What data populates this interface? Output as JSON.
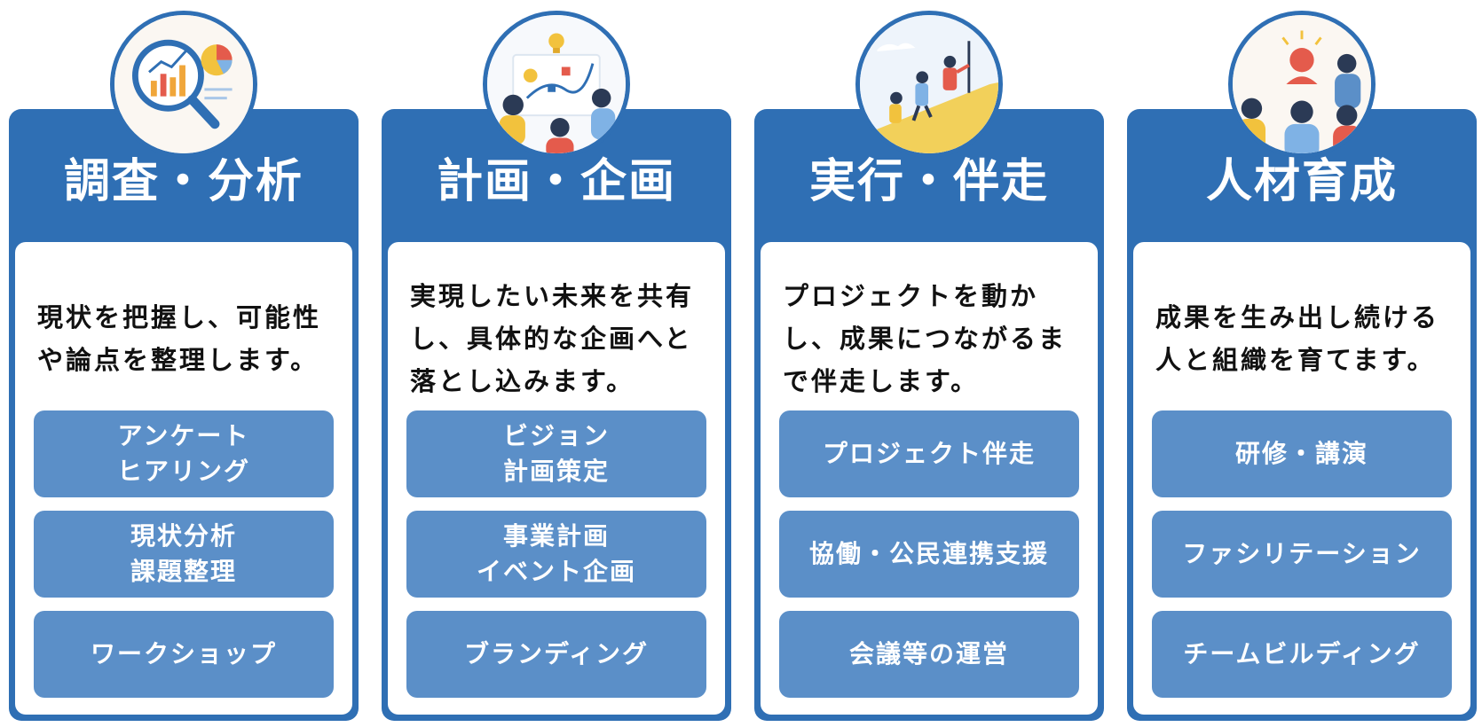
{
  "cards": [
    {
      "title": "調査・分析",
      "icon": "magnifier-chart-icon",
      "desc_lines": [
        "現状を把握し、可能性",
        "や論点を整理します。"
      ],
      "buttons": [
        [
          "アンケート",
          "ヒアリング"
        ],
        [
          "現状分析",
          "課題整理"
        ],
        [
          "ワークショップ"
        ]
      ]
    },
    {
      "title": "計画・企画",
      "icon": "planning-board-icon",
      "desc_lines": [
        "実現したい未来を共有",
        "し、具体的な企画へと",
        "落とし込みます。"
      ],
      "buttons": [
        [
          "ビジョン",
          "計画策定"
        ],
        [
          "事業計画",
          "イベント企画"
        ],
        [
          "ブランディング"
        ]
      ]
    },
    {
      "title": "実行・伴走",
      "icon": "team-climbing-icon",
      "desc_lines": [
        "プロジェクトを動か",
        "し、成果につながるま",
        "で伴走します。"
      ],
      "buttons": [
        [
          "プロジェクト伴走"
        ],
        [
          "協働・公民連携支援"
        ],
        [
          "会議等の運営"
        ]
      ]
    },
    {
      "title": "人材育成",
      "icon": "people-training-icon",
      "desc_lines": [
        "成果を生み出し続ける",
        "人と組織を育てます。"
      ],
      "buttons": [
        [
          "研修・講演"
        ],
        [
          "ファシリテーション"
        ],
        [
          "チームビルディング"
        ]
      ]
    }
  ],
  "colors": {
    "card_bg": "#2f6fb4",
    "button_bg": "#5b8fc8",
    "text_dark": "#111111"
  }
}
